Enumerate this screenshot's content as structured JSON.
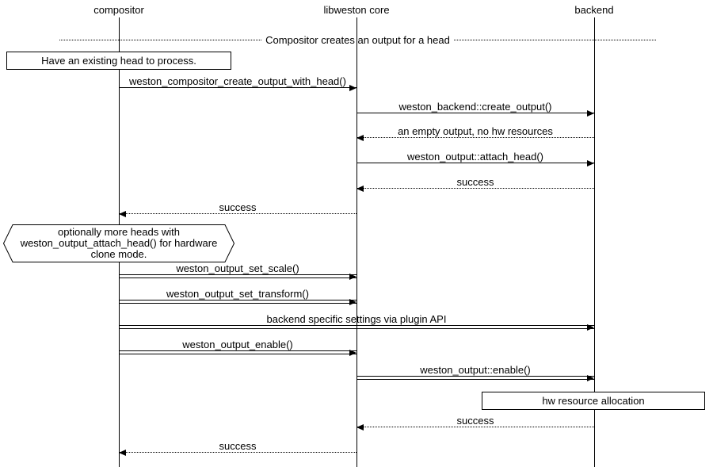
{
  "diagram": {
    "divider_label": "Compositor creates an output for a head",
    "actors": [
      {
        "name": "compositor"
      },
      {
        "name": "libweston core"
      },
      {
        "name": "backend"
      }
    ],
    "notes": {
      "existing_head": {
        "text": "Have an existing head to process."
      },
      "optional_heads": {
        "lines": [
          "optionally more heads with",
          "weston_output_attach_head() for hardware",
          "clone mode."
        ]
      },
      "hw_resource": {
        "text": "hw resource allocation"
      }
    },
    "messages": [
      {
        "label": "weston_compositor_create_output_with_head()",
        "from": "compositor",
        "to": "libweston core",
        "style": "solid",
        "direction": "right"
      },
      {
        "label": "weston_backend::create_output()",
        "from": "libweston core",
        "to": "backend",
        "style": "solid",
        "direction": "right"
      },
      {
        "label": "an empty output, no hw resources",
        "from": "backend",
        "to": "libweston core",
        "style": "dotted",
        "direction": "left"
      },
      {
        "label": "weston_output::attach_head()",
        "from": "libweston core",
        "to": "backend",
        "style": "solid",
        "direction": "right"
      },
      {
        "label": "success",
        "from": "backend",
        "to": "libweston core",
        "style": "dotted",
        "direction": "left"
      },
      {
        "label": "success",
        "from": "libweston core",
        "to": "compositor",
        "style": "dotted",
        "direction": "left"
      },
      {
        "label": "weston_output_set_scale()",
        "from": "compositor",
        "to": "libweston core",
        "style": "double",
        "direction": "right"
      },
      {
        "label": "weston_output_set_transform()",
        "from": "compositor",
        "to": "libweston core",
        "style": "double",
        "direction": "right"
      },
      {
        "label": "backend specific settings via plugin API",
        "from": "compositor",
        "to": "backend",
        "style": "double",
        "direction": "right"
      },
      {
        "label": "weston_output_enable()",
        "from": "compositor",
        "to": "libweston core",
        "style": "double",
        "direction": "right"
      },
      {
        "label": "weston_output::enable()",
        "from": "libweston core",
        "to": "backend",
        "style": "double",
        "direction": "right"
      },
      {
        "label": "success",
        "from": "backend",
        "to": "libweston core",
        "style": "dotted",
        "direction": "left"
      },
      {
        "label": "success",
        "from": "libweston core",
        "to": "compositor",
        "style": "dotted",
        "direction": "left"
      }
    ],
    "colors": {
      "line": "#000000",
      "background": "#ffffff",
      "text": "#000000"
    }
  }
}
